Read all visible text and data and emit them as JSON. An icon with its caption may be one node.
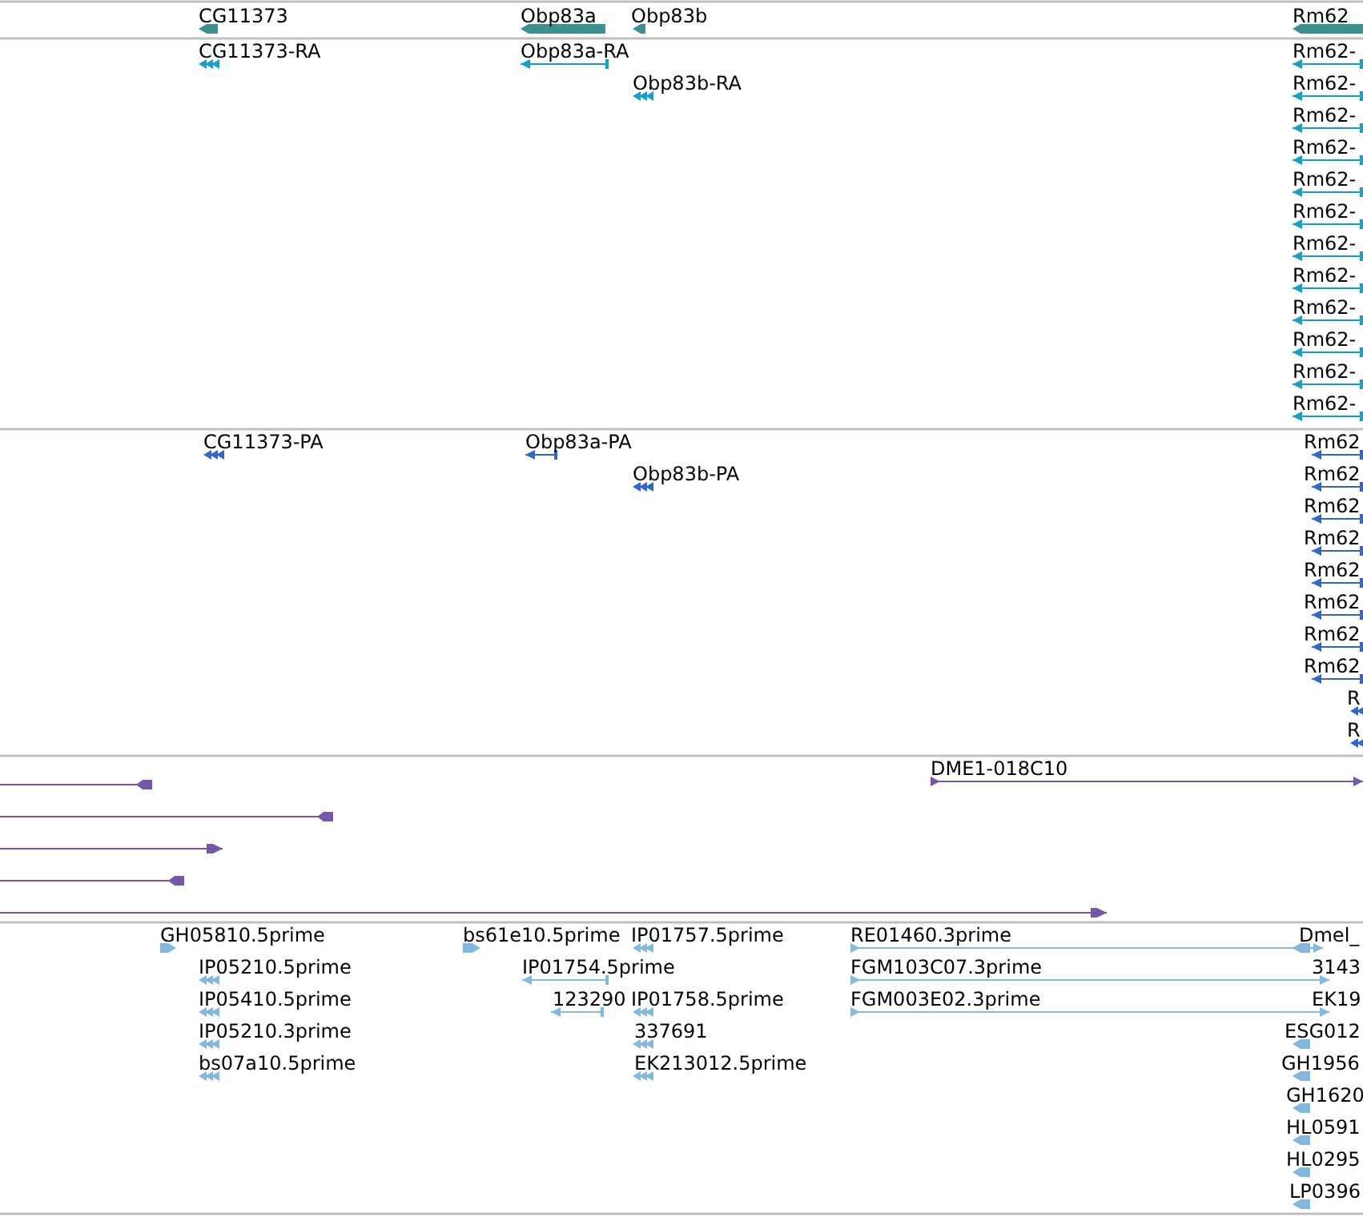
{
  "diagram": {
    "labels": [
      "CG11373",
      "Obp83a",
      "Obp83b",
      "Rm62",
      "CG11373-RA",
      "Obp83a-RA",
      "Rm62-",
      "Obp83b-RA",
      "Rm62-",
      "Rm62-",
      "Rm62-",
      "Rm62-",
      "Rm62-",
      "Rm62-",
      "Rm62-",
      "Rm62-",
      "Rm62-",
      "Rm62-",
      "Rm62-",
      "CG11373-PA",
      "Obp83a-PA",
      "Rm62",
      "Obp83b-PA",
      "Rm62",
      "Rm62",
      "Rm62",
      "Rm62",
      "Rm62",
      "Rm62",
      "Rm62",
      "R",
      "R",
      "DME1-018C10",
      "GH05810.5prime",
      "bs61e10.5prime",
      "IP01757.5prime",
      "RE01460.3prime",
      "Dmel_",
      "IP05210.5prime",
      "IP01754.5prime",
      "FGM103C07.3prime",
      "3143",
      "IP05410.5prime",
      "123290",
      "IP01758.5prime",
      "FGM003E02.3prime",
      "EK19",
      "IP05210.3prime",
      "337691",
      "ESG012",
      "bs07a10.5prime",
      "EK213012.5prime",
      "GH1956",
      "GH1620",
      "HL0591",
      "HL0295",
      "LP0396"
    ]
  }
}
